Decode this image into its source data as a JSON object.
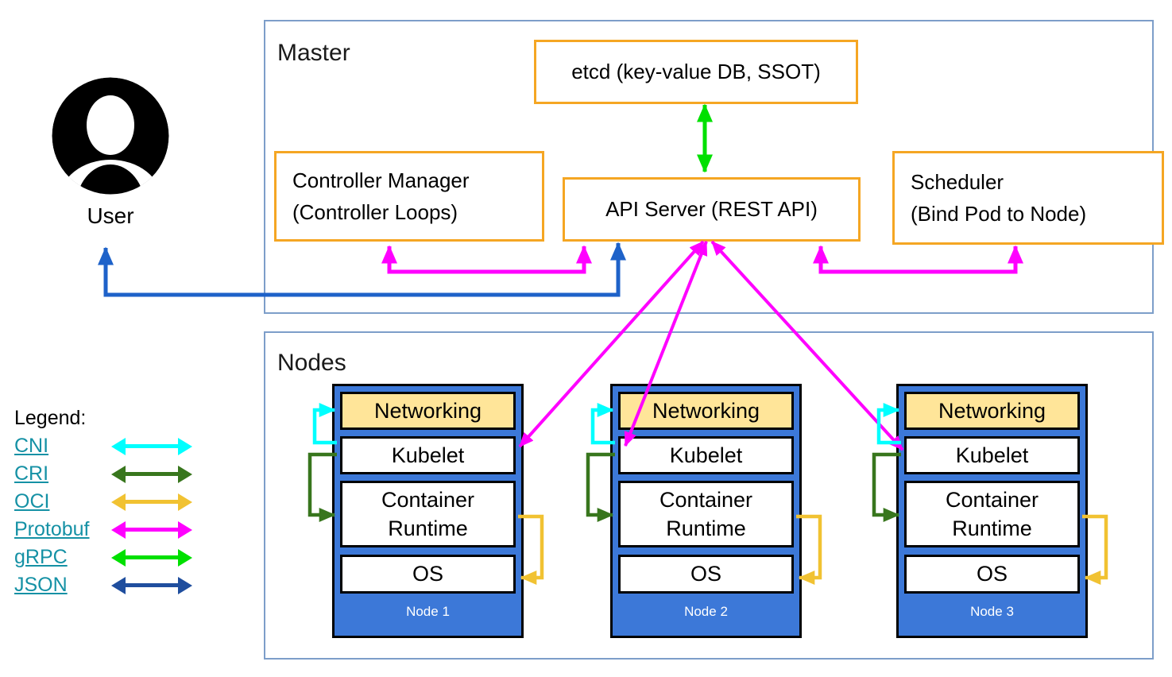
{
  "master": {
    "title": "Master",
    "etcd_label": "etcd (key-value DB, SSOT)",
    "controller_manager_line1": "Controller Manager",
    "controller_manager_line2": "(Controller Loops)",
    "api_server_label": "API Server (REST API)",
    "scheduler_line1": "Scheduler",
    "scheduler_line2": "(Bind Pod to Node)"
  },
  "user": {
    "label": "User"
  },
  "nodes_section": {
    "title": "Nodes",
    "layers": [
      "Networking",
      "Kubelet",
      "Container Runtime",
      "OS"
    ],
    "node_names": [
      "Node 1",
      "Node 2",
      "Node 3"
    ]
  },
  "legend": {
    "title": "Legend:",
    "items": [
      {
        "label": "CNI",
        "color": "#00FFFF"
      },
      {
        "label": "CRI",
        "color": "#38761D"
      },
      {
        "label": "OCI",
        "color": "#F1C232"
      },
      {
        "label": "Protobuf",
        "color": "#FF00FF"
      },
      {
        "label": "gRPC",
        "color": "#00E000"
      },
      {
        "label": "JSON",
        "color": "#1F4E9E"
      }
    ]
  },
  "colors": {
    "container_border": "#7D9EC9",
    "component_border": "#F5A623",
    "node_fill": "#3C78D8",
    "networking_fill": "#FFE599",
    "protobuf": "#FF00FF",
    "grpc": "#00E000",
    "cni": "#00FFFF",
    "cri": "#38761D",
    "oci": "#F1C232",
    "user_json": "#1E62C9",
    "legend_link": "#1591A5"
  }
}
